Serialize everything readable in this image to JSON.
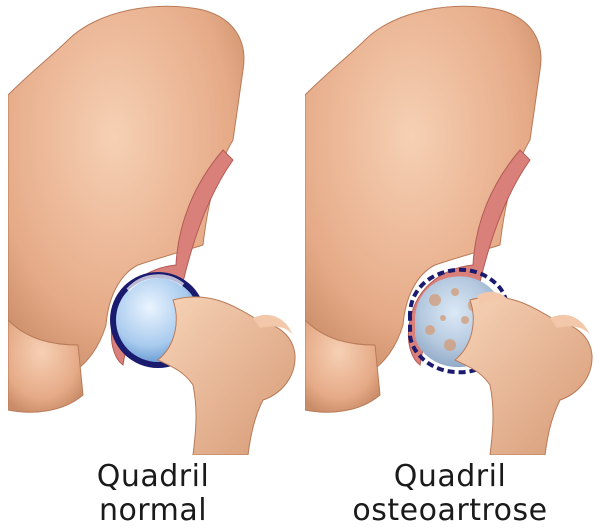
{
  "panels": [
    {
      "caption_line1": "Quadril",
      "caption_line2": "normal"
    },
    {
      "caption_line1": "Quadril",
      "caption_line2": "osteoartrose"
    }
  ],
  "colors": {
    "bone": "#e8b08e",
    "bone_shadow": "#c98c68",
    "cartilage_red": "#d9807a",
    "cartilage_blue": "#a9cbee",
    "dark_blue": "#1a1a6e",
    "text": "#1a1a1a"
  }
}
